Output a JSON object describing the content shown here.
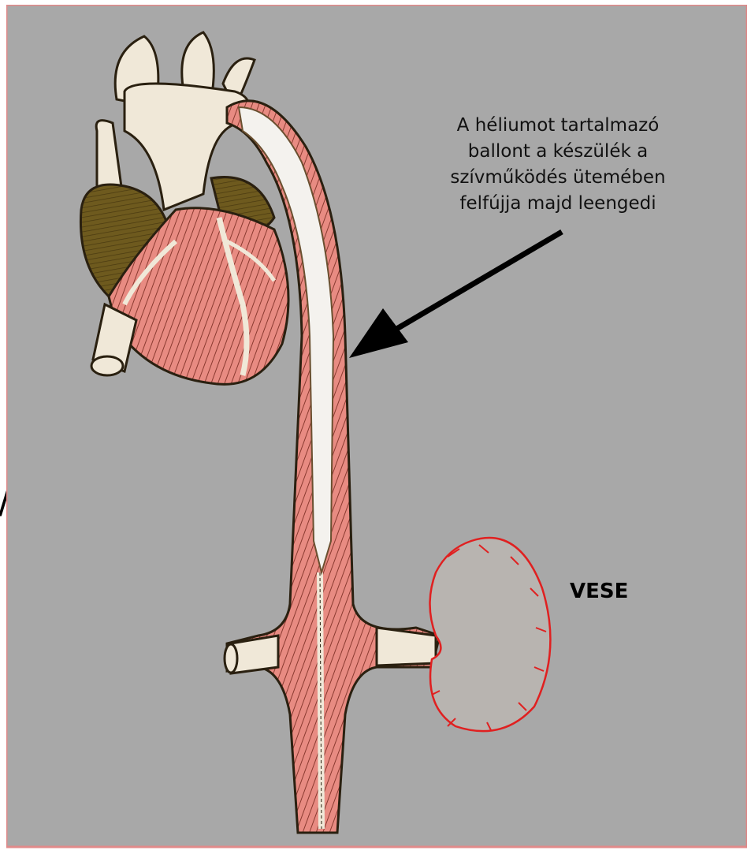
{
  "callout": {
    "lines": [
      "A héliumot tartalmazó",
      "ballont a készülék a",
      "szívműködés ütemében",
      "felfújja majd leengedi"
    ]
  },
  "organ_label": "VESE",
  "edge_mark": "/",
  "colors": {
    "background": "#a8a8a8",
    "frame": "#e08a8a",
    "vessel_fill": "#f0e8d8",
    "tissue_pink": "#e88b82",
    "heart_brown": "#6e5a1e",
    "kidney_fill": "#b8b4b0",
    "kidney_outline": "#e02020",
    "arrow": "#000000"
  },
  "icons": {
    "heart": "heart-illustration",
    "aorta": "aorta-vessel",
    "balloon": "intra-aortic-balloon",
    "kidney": "kidney-illustration",
    "arrow": "pointer-arrow"
  }
}
